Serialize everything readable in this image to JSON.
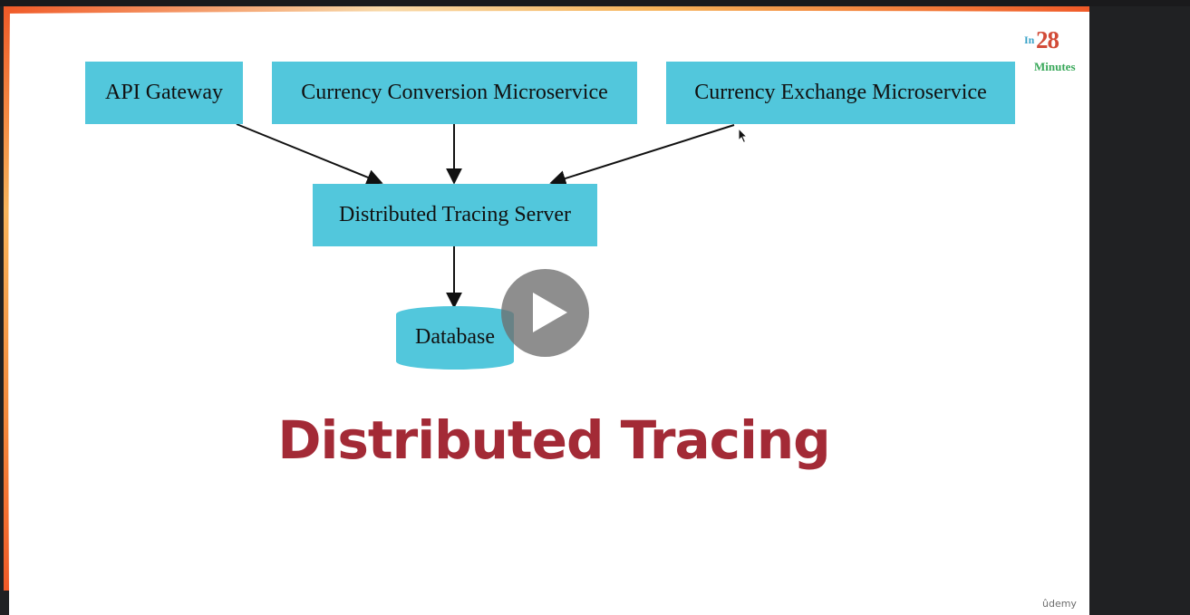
{
  "logo": {
    "prefix": "In",
    "number": "28",
    "suffix": "Minutes"
  },
  "diagram": {
    "nodes": {
      "api_gateway": "API Gateway",
      "currency_conversion": "Currency Conversion Microservice",
      "currency_exchange": "Currency Exchange Microservice",
      "tracing_server": "Distributed Tracing Server",
      "database": "Database"
    },
    "edges": [
      {
        "from": "api_gateway",
        "to": "tracing_server"
      },
      {
        "from": "currency_conversion",
        "to": "tracing_server"
      },
      {
        "from": "currency_exchange",
        "to": "tracing_server"
      },
      {
        "from": "tracing_server",
        "to": "database"
      }
    ],
    "node_color": "#52c7dc"
  },
  "slide": {
    "title": "Distributed Tracing",
    "title_color": "#a32a36"
  },
  "player": {
    "play_icon": "play-icon",
    "watermark": "ûdemy"
  },
  "colors": {
    "accent_orange": "#f05a28",
    "accent_yellow": "#f6b35a",
    "page_bg": "#202123"
  }
}
